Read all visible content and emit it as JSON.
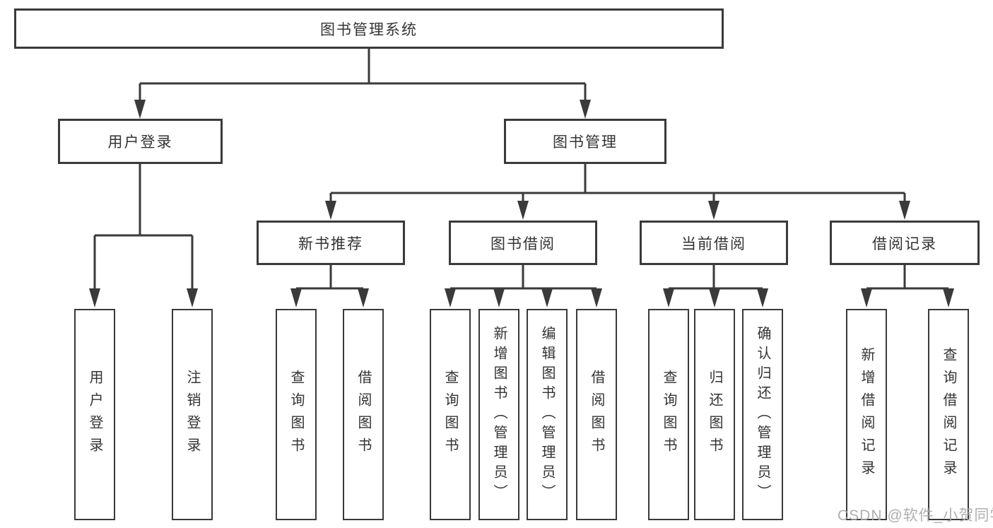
{
  "tree": {
    "root": "图书管理系统",
    "children": [
      {
        "label": "用户登录",
        "children": [
          "用户登录",
          "注销登录"
        ]
      },
      {
        "label": "图书管理",
        "children": [
          {
            "label": "新书推荐",
            "children": [
              "查询图书",
              "借阅图书"
            ]
          },
          {
            "label": "图书借阅",
            "children": [
              "查询图书",
              "新增图书（管理员）",
              "编辑图书（管理员）",
              "借阅图书"
            ]
          },
          {
            "label": "当前借阅",
            "children": [
              "查询图书",
              "归还图书",
              "确认归还（管理员）"
            ]
          },
          {
            "label": "借阅记录",
            "children": [
              "新增借阅记录",
              "查询借阅记录"
            ]
          }
        ]
      }
    ]
  },
  "watermark": {
    "text": "CSDN @软件_小贺同学"
  },
  "colors": {
    "line": "#3a3a3a",
    "box_border": "#3a3a3a",
    "text": "#333333",
    "watermark": "#a8a8a8",
    "background": "#ffffff"
  }
}
